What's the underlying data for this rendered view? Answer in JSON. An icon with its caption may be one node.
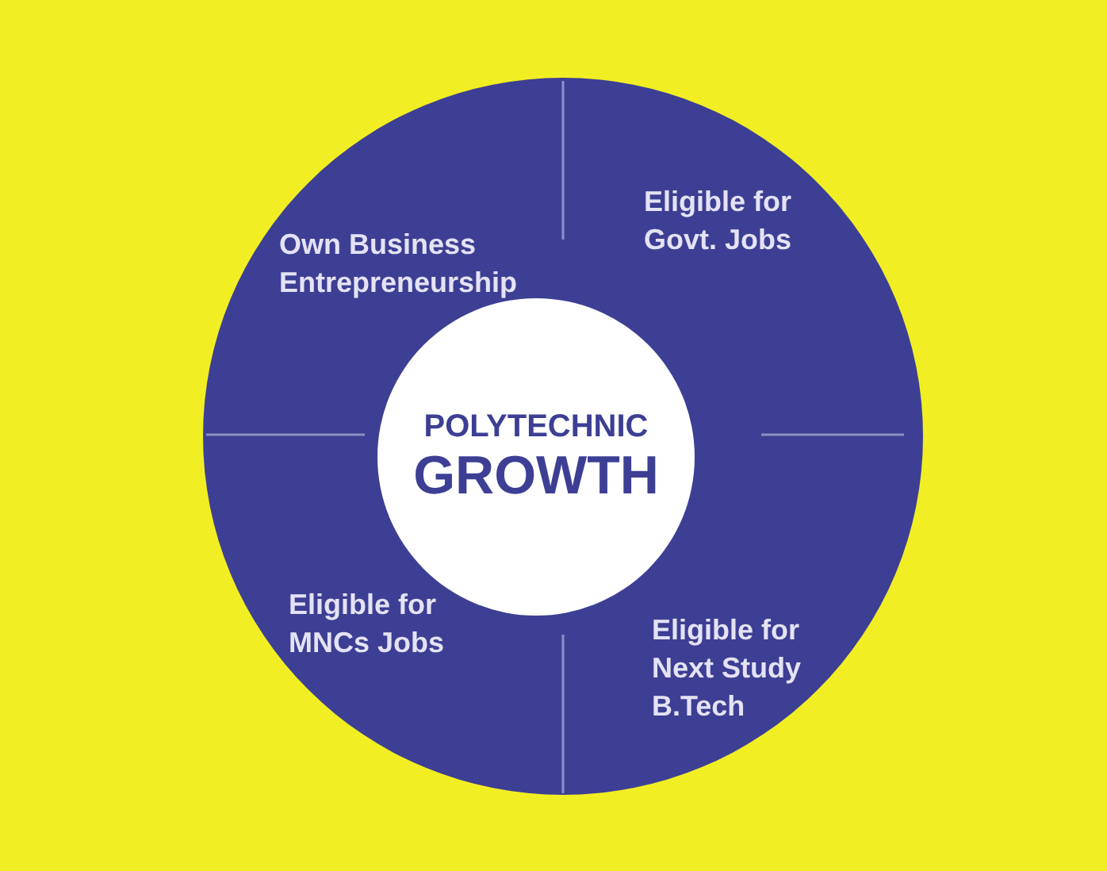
{
  "diagram": {
    "nodes": [
      {
        "text": [],
        "shape": "circle"
      },
      {
        "text": [
          "Own Business Entrepreneurship"
        ],
        "in": 0
      },
      {
        "text": [
          "Eligible for Govt. Jobs"
        ],
        "in": 0
      },
      {
        "text": [
          "POLYTECHNIC",
          "GROWTH"
        ],
        "in": 0
      },
      {
        "text": [
          "Eligible for MNCs Jobs"
        ],
        "in": 0
      },
      {
        "text": [
          "Eligible for Next Study B.Tech"
        ],
        "in": 0
      }
    ]
  }
}
